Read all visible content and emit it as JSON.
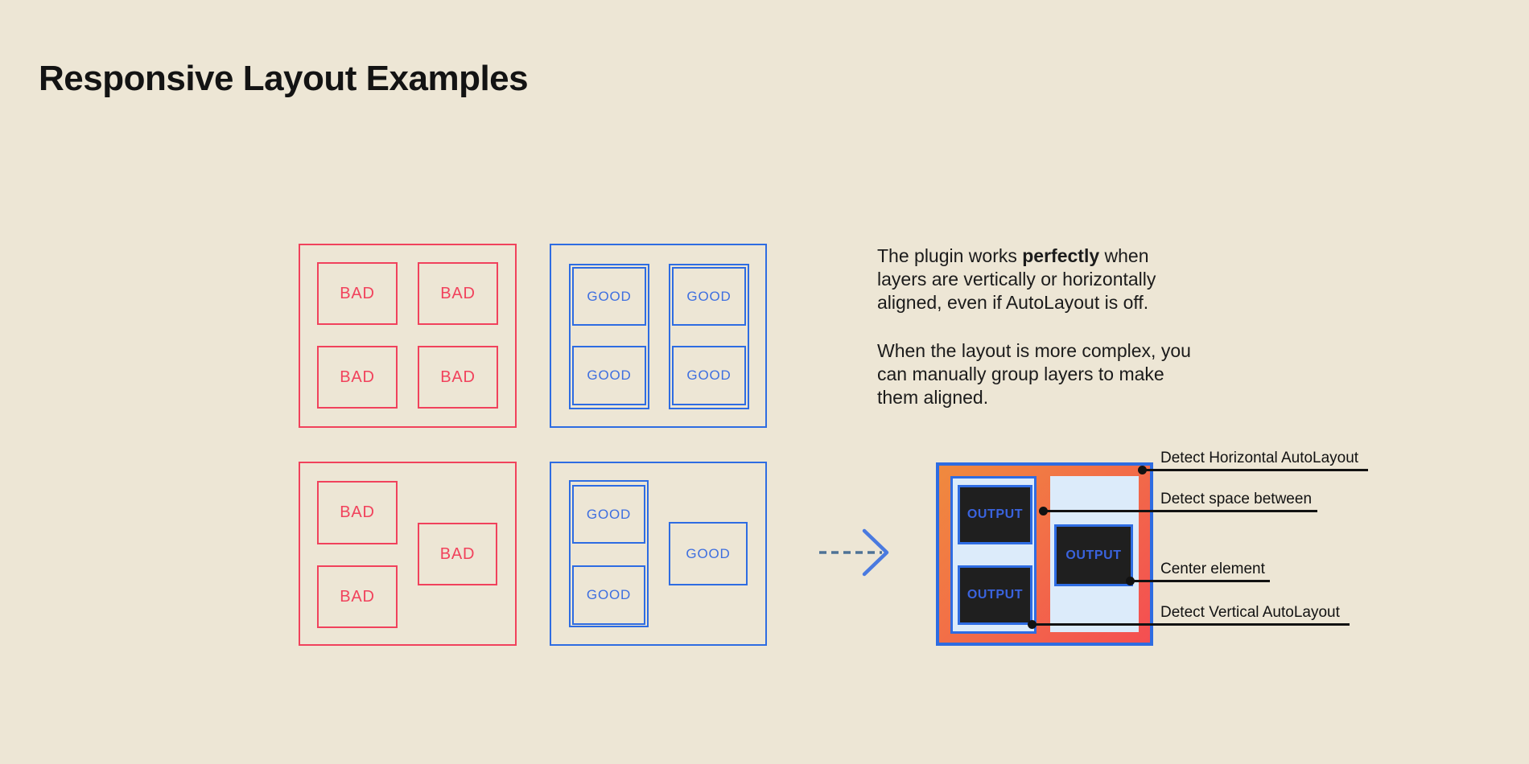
{
  "title": "Responsive Layout Examples",
  "colors": {
    "background": "#EDE6D5",
    "red": "#F1425C",
    "blue": "#2E6CE2",
    "good_text": "#3E6FE0",
    "panel": "#DCEBFA",
    "dark": "#1F1F1F",
    "output_text": "#3A63DD",
    "gradient_start": "#F08A3E",
    "gradient_end": "#F44E52",
    "annotation": "#121212",
    "text": "#1B1B1B",
    "title": "#131313",
    "arrow_dash": "#4E7296",
    "arrow_chevron": "#4A7AE0"
  },
  "examples": {
    "bad_label": "BAD",
    "good_label": "GOOD",
    "output_label": "OUTPUT"
  },
  "description": {
    "p1_before": "The plugin works ",
    "p1_bold": "perfectly",
    "p1_after": " when layers are vertically or horizontally aligned, even if AutoLayout is off.",
    "p2": "When the layout is more complex, you can manually group layers to make them aligned."
  },
  "annotations": [
    {
      "label": "Detect Horizontal AutoLayout"
    },
    {
      "label": "Detect space between"
    },
    {
      "label": "Center element"
    },
    {
      "label": "Detect Vertical AutoLayout"
    }
  ]
}
